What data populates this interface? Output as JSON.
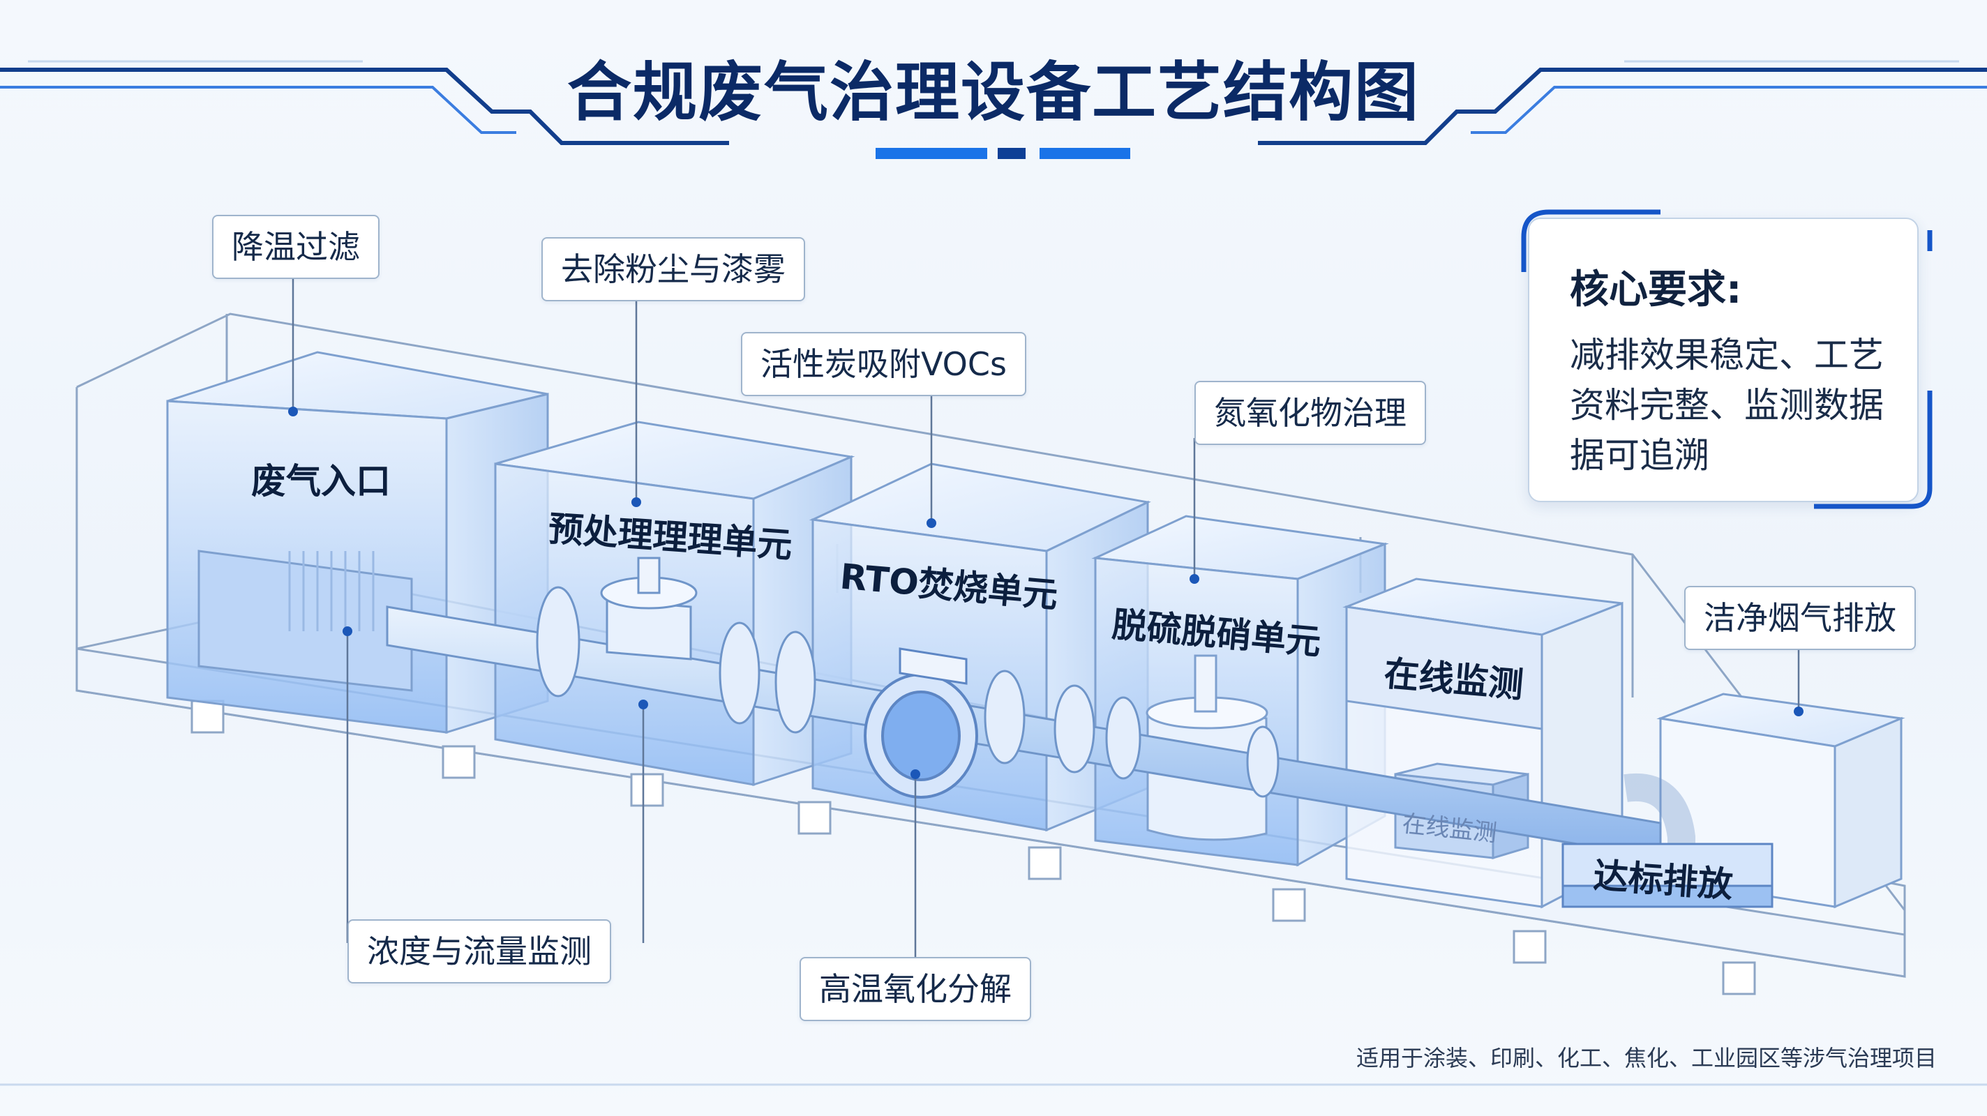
{
  "title": "合规废气治理设备工艺结构图",
  "callouts": {
    "cooling_filter": "降温过滤",
    "dust_removal": "去除粉尘与漆雾",
    "activated_carbon": "活性炭吸附VOCs",
    "nox_treatment": "氮氧化物治理",
    "clean_discharge": "洁净烟气排放",
    "concentration_monitor": "浓度与流量监测",
    "high_temp_oxidation": "高温氧化分解"
  },
  "units": {
    "inlet": "废气入口",
    "pretreatment": "预处理理理单元",
    "rto": "RTO焚烧单元",
    "desulfurization": "脱硫脱硝单元",
    "online_monitor": "在线监测",
    "compliant_discharge": "达标排放",
    "analyzer": "在线监测"
  },
  "core_requirements": {
    "title": "核心要求:",
    "body": "减排效果稳定、工艺资料完整、监测数据据可追溯"
  },
  "footnote": "适用于涂装、印刷、化工、焦化、工业园区等涉气治理项目",
  "colors": {
    "title": "#0b2a66",
    "accent": "#1565d8",
    "frame": "#8ea6c6",
    "tank_fill": "#cfe2fb"
  }
}
